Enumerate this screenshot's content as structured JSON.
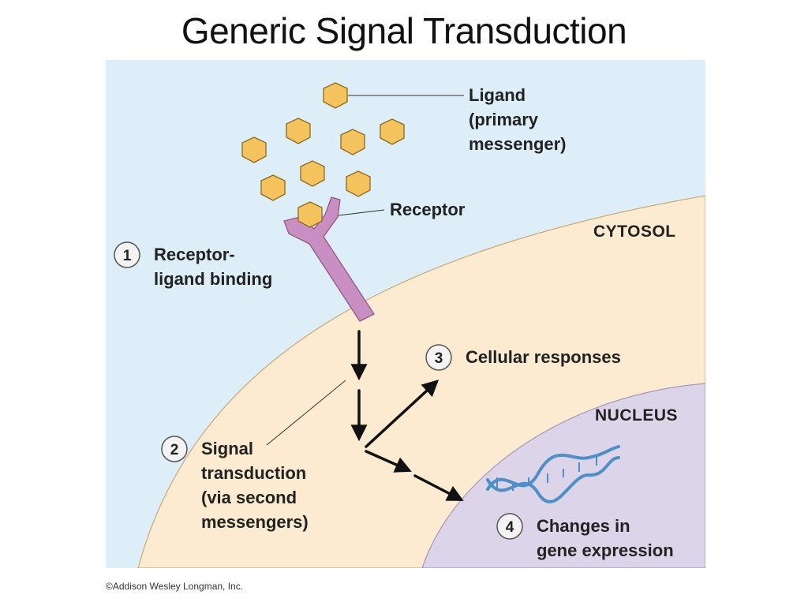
{
  "title": "Generic Signal Transduction",
  "labels": {
    "ligand": [
      "Ligand",
      "(primary",
      "messenger)"
    ],
    "receptor": "Receptor",
    "cytosol": "CYTOSOL",
    "nucleus": "NUCLEUS"
  },
  "steps": [
    {
      "number": "1",
      "lines": [
        "Receptor-",
        "ligand binding"
      ]
    },
    {
      "number": "2",
      "lines": [
        "Signal",
        "transduction",
        "(via second",
        "messengers)"
      ]
    },
    {
      "number": "3",
      "lines": [
        "Cellular responses"
      ]
    },
    {
      "number": "4",
      "lines": [
        "Changes in",
        "gene expression"
      ]
    }
  ],
  "credit": "©Addison Wesley Longman, Inc.",
  "colors": {
    "extracellular": "#ddeef8",
    "cytosol": "#fcebd0",
    "nucleus": "#dcd4e8",
    "ligand": "#f4c35e",
    "receptor": "#c98fc2",
    "dna": "#4f8fc8"
  }
}
